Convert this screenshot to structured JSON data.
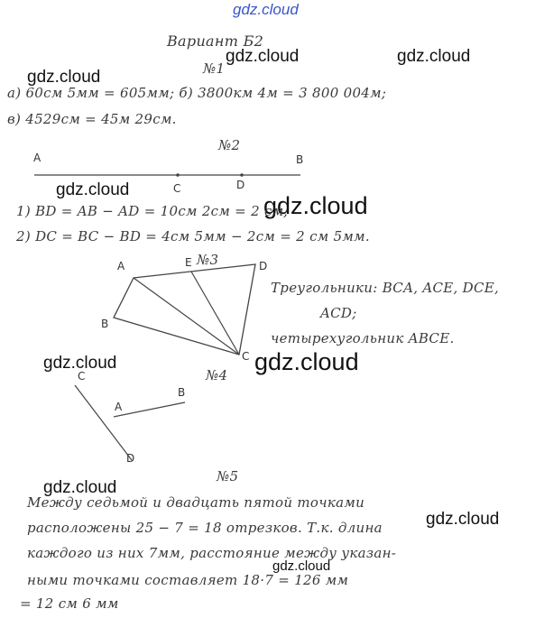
{
  "watermarks": {
    "top": "gdz.cloud",
    "w1": "gdz.cloud",
    "w2": "gdz.cloud",
    "w3": "gdz.cloud",
    "w4": "gdz.cloud",
    "w5": "gdz.cloud",
    "w6": "gdz.cloud",
    "w7": "gdz.cloud",
    "w8": "gdz.cloud",
    "w9": "gdz.cloud",
    "w10": "gdz.cloud"
  },
  "header": {
    "title": "Вариант Б2"
  },
  "task1": {
    "number": "№1",
    "line1": "а) 60см 5мм = 605мм;  б) 3800км 4м = 3 800 004м;",
    "line2": "в) 4529см = 45м 29см."
  },
  "task2": {
    "number": "№2",
    "points": [
      "A",
      "C",
      "D",
      "B"
    ],
    "line1": "1) BD = AB − AD = 10см 2см = 2 см;",
    "line2": "2) DC = BC − BD = 4см 5мм − 2см = 2 см 5мм."
  },
  "task3": {
    "number": "№3",
    "points": [
      "A",
      "E",
      "D",
      "B",
      "C"
    ],
    "line1": "Треугольники: BCA, ACE, DCE,",
    "line2": "ACD;",
    "line3": "четырехугольник ABCE."
  },
  "task4": {
    "number": "№4",
    "points": [
      "C",
      "A",
      "B",
      "D"
    ]
  },
  "task5": {
    "number": "№5",
    "line1": "Между седьмой и двадцать пятой точками",
    "line2": "расположены 25 − 7 = 18 отрезков. Т.к. длина",
    "line3": "каждого из них 7мм, расстояние между указан-",
    "line4": "ными точками составляет 18·7 = 126 мм",
    "line5": "= 12 см 6 мм"
  }
}
